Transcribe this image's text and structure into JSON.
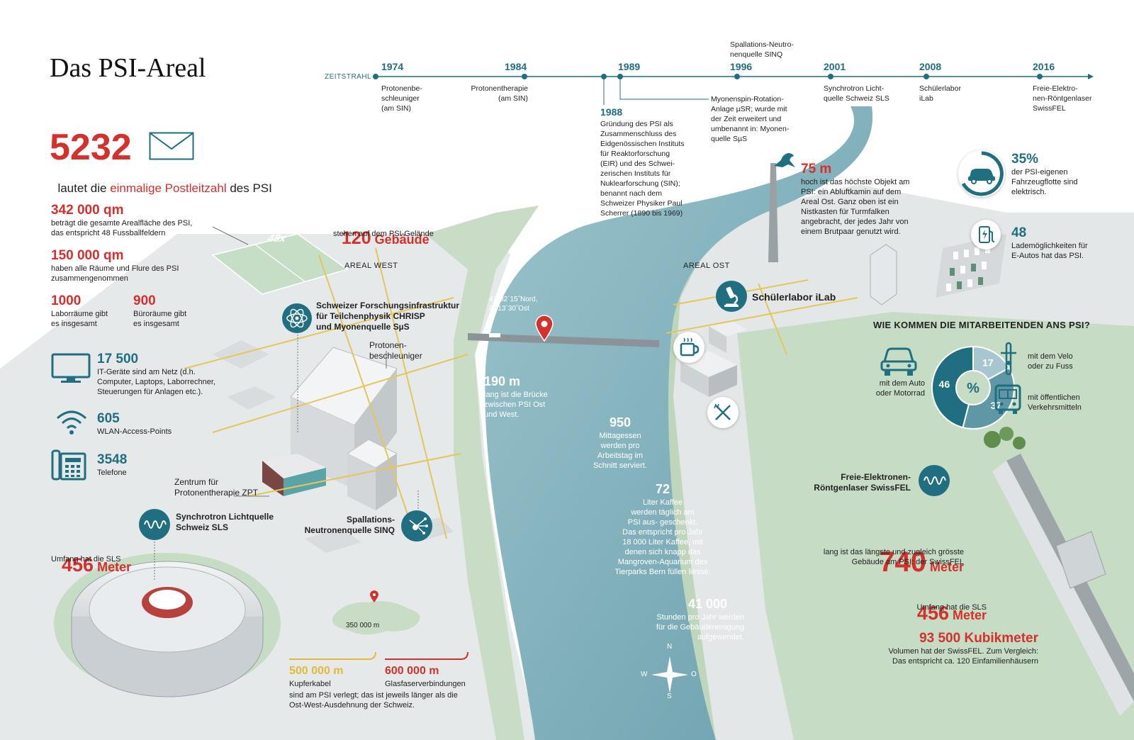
{
  "title": "Das PSI-Areal",
  "timeline": {
    "label": "ZEITSTRAHL",
    "events": [
      {
        "year": "1974",
        "text": "Protonenbe-\nschleuniger\n(am SIN)"
      },
      {
        "year": "1984",
        "text": "Protonentherapie\n(am SIN)"
      },
      {
        "year": "1988",
        "text": "Gründung des PSI als\nZusammenschluss des\nEidgenössischen Instituts\nfür Reaktorforschung\n(EIR) und des Schwei-\nzerischen Instituts für\nNuklearforschung (SIN);\nbenannt nach dem\nSchweizer Physiker Paul\nScherrer (1890 bis 1969)"
      },
      {
        "year": "1989",
        "text": "Myonenspin-Rotation-\nAnlage µSR; wurde mit\nder Zeit erweitert und\numbenannt in: Myonen-\nquelle SµS"
      },
      {
        "year": "1996",
        "text": "Spallations-Neutro-\nnenquelle SINQ"
      },
      {
        "year": "2001",
        "text": "Synchrotron Licht-\nquelle Schweiz SLS"
      },
      {
        "year": "2008",
        "text": "Schülerlabor\niLab"
      },
      {
        "year": "2016",
        "text": "Freie-Elektro-\nnen-Röntgenlaser\nSwissFEL"
      }
    ]
  },
  "postcode": {
    "number": "5232",
    "pre": "lautet die ",
    "highlight": "einmalige Postleitzahl",
    "post": " des PSI"
  },
  "area": {
    "value": "342 000 qm",
    "text": "beträgt die gesamte Arealfläche des PSI,\ndas entspricht 48 Fussballfeldern",
    "field_label": "48x"
  },
  "rooms": {
    "value": "150 000 qm",
    "text": "haben alle Räume und Flure des PSI\nzusammengenommen"
  },
  "labs": {
    "value": "1000",
    "text": "Laborräume gibt\nes insgesamt"
  },
  "offices": {
    "value": "900",
    "text": "Büroräume gibt\nes insgesamt"
  },
  "it": {
    "value": "17 500",
    "text": "IT-Geräte sind am Netz (d.h.\nComputer, Laptops, Laborrechner,\nSteuerungen für Anlagen etc.)."
  },
  "wlan": {
    "value": "605",
    "text": "WLAN-Access-Points"
  },
  "phones": {
    "value": "3548",
    "text": "Telefone"
  },
  "sls_left": {
    "value": "456",
    "unit": " Meter",
    "text": "Umfang hat die SLS"
  },
  "buildings": {
    "value": "120",
    "unit": " Gebäude",
    "text": "stehen auf dem PSI-Gelände"
  },
  "areal_west": "AREAL WEST",
  "areal_ost": "AREAL OST",
  "chrisp": "Schweizer Forschungsinfrastruktur\nfür Teilchenphysik CHRISP\nund Myonenquelle SµS",
  "coords": "47°32´15˝Nord,\n8° 13´30˝Ost",
  "proton_acc": "Protonen-\nbeschleuniger",
  "zpt": "Zentrum für\nProtonentherapie ZPT",
  "sls_label": "Synchrotron Lichtquelle\nSchweiz SLS",
  "sinq_label": "Spallations-\nNeutronenquelle SINQ",
  "bridge": {
    "value": "190 m",
    "text": "lang ist die Brücke\nzwischen PSI Ost\nund West."
  },
  "meals": {
    "value": "950",
    "text": "Mittagessen\nwerden pro\nArbeitstag im\nSchnitt serviert."
  },
  "coffee": {
    "value": "72",
    "text": "Liter Kaffee\nwerden täglich am\nPSI aus- geschenkt.\nDas entspricht pro Jahr\n18 000 Liter Kaffee, mit\ndenen sich knapp das\nMangroven-Aquarium des\nTierparks Bern füllen liesse."
  },
  "cleaning": {
    "value": "41 000",
    "text": "Stunden pro Jahr werden\nfür die Gebäudereinigung\naufgewendet."
  },
  "compass": {
    "n": "N",
    "s": "S",
    "w": "W",
    "o": "O"
  },
  "switzerland": "350 000 m",
  "copper": {
    "value": "500 000 m",
    "text": "Kupferkabel"
  },
  "fiber": {
    "value": "600 000 m",
    "text": "Glasfaserverbindungen"
  },
  "cables_text": "sind am PSI verlegt; das ist jeweils länger als die\nOst-West-Ausdehnung der Schweiz.",
  "chimney": {
    "value": "75 m",
    "text": "hoch ist das höchste Objekt am\nPSI: ein Abluftkamin auf dem\nAreal Ost. Ganz oben ist ein\nNistkasten für Turmfalken\nangebracht, der jedes Jahr von\neinem Brutpaar genutzt wird."
  },
  "fleet": {
    "value": "35%",
    "text": "der PSI-eigenen\nFahrzeugflotte sind\nelektrisch."
  },
  "charging": {
    "value": "48",
    "text": "Lademöglichkeiten für\nE-Autos hat das PSI."
  },
  "ilab": "Schülerlabor iLab",
  "commute": {
    "title": "WIE KOMMEN DIE MITARBEITENDEN ANS PSI?",
    "center": "%",
    "car_label": "mit dem Auto\noder Motorrad",
    "bike_label": "mit dem Velo\noder zu Fuss",
    "public_label": "mit öffentlichen\nVerkehrsmitteln"
  },
  "chart_data": {
    "type": "pie",
    "categories": [
      "mit dem Auto oder Motorrad",
      "mit dem Velo oder zu Fuss",
      "mit öffentlichen Verkehrsmitteln"
    ],
    "values": [
      46,
      17,
      37
    ],
    "labels": [
      "46",
      "17",
      "37"
    ],
    "colors": [
      "#1f6f80",
      "#a8c6cf",
      "#5f97a5"
    ]
  },
  "swissfel_label": "Freie-Elektronen-\nRöntgenlaser SwissFEL",
  "swissfel_len": {
    "value": "740",
    "unit": " Meter",
    "text": "lang ist das längste und zugleich grösste\nGebäude am PSI: der SwissFEL"
  },
  "sls_right": {
    "value": "456",
    "unit": " Meter",
    "text": "Umfang hat die SLS"
  },
  "volume": {
    "value": "93 500 Kubikmeter",
    "text": "Volumen hat der SwissFEL. Zum Vergleich:\nDas entspricht ca. 120 Einfamilienhäusern"
  },
  "colors": {
    "accent_red": "#d4302c",
    "teal": "#1f6f80",
    "river": "#7fb1bd",
    "land": "#dfe3e4",
    "grass": "#c5dcc3"
  }
}
